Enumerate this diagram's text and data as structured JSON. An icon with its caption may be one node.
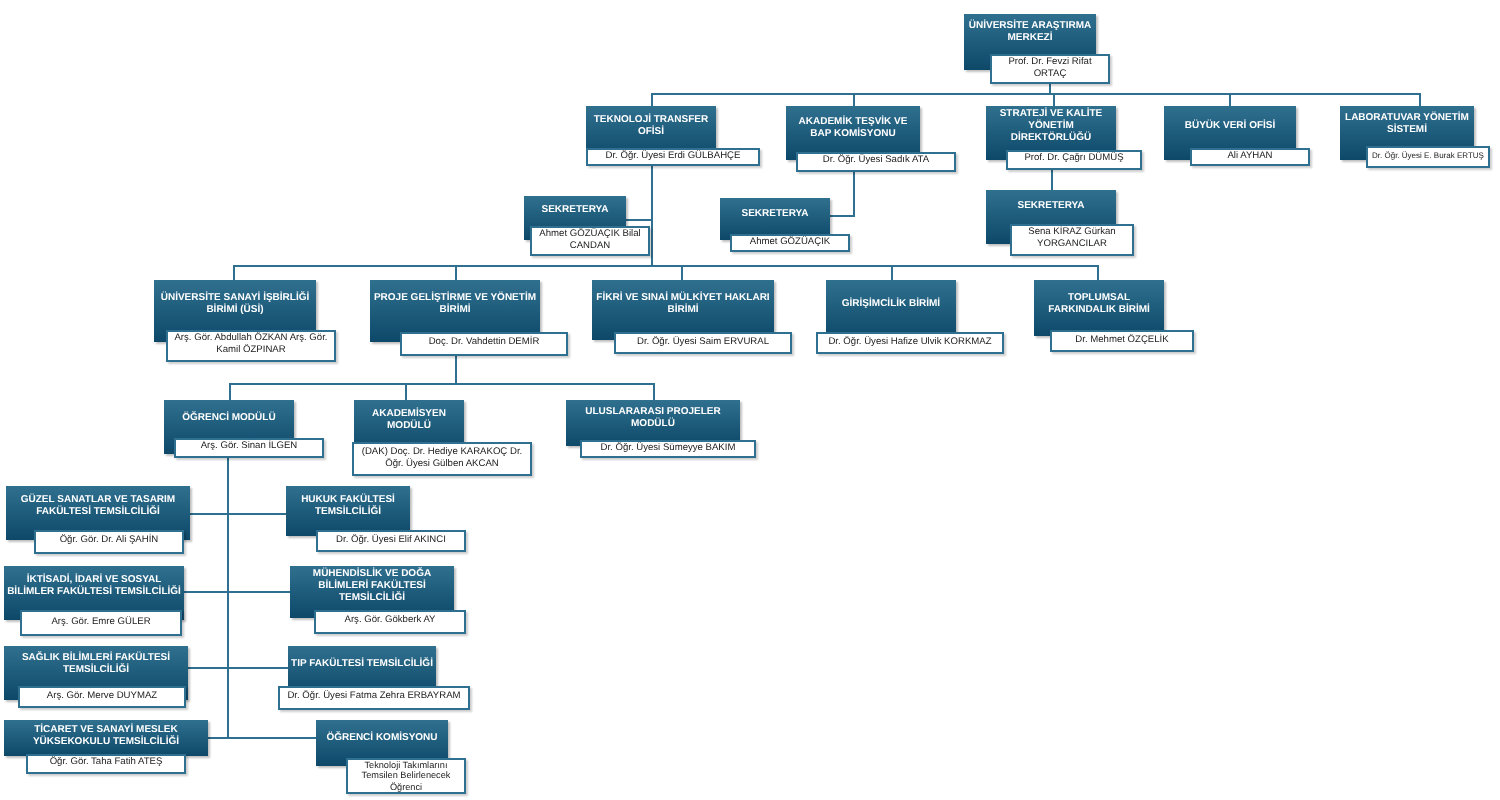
{
  "diagram": {
    "nodes": [
      {
        "text": [
          "ÜNİVERSİTE ARAŞTIRMA MERKEZİ",
          "Prof. Dr. Fevzi Rifat ORTAÇ"
        ]
      },
      {
        "text": [
          "TEKNOLOJİ TRANSFER OFİSİ",
          "Dr. Öğr. Üyesi Erdi GÜLBAHÇE"
        ]
      },
      {
        "text": [
          "AKADEMİK TEŞVİK VE BAP KOMİSYONU",
          "Dr. Öğr. Üyesi Sadık ATA"
        ]
      },
      {
        "text": [
          "STRATEJİ VE KALİTE YÖNETİM DİREKTÖRLÜĞÜ",
          "Prof. Dr. Çağrı DÜMÜŞ"
        ]
      },
      {
        "text": [
          "BÜYÜK VERİ OFİSİ",
          "Ali AYHAN"
        ]
      },
      {
        "text": [
          "LABORATUVAR YÖNETİM SİSTEMİ",
          "Dr. Öğr. Üyesi E. Burak ERTUŞ"
        ]
      },
      {
        "text": [
          "SEKRETERYA",
          "Ahmet GÖZÜAÇIK Bilal CANDAN"
        ]
      },
      {
        "text": [
          "SEKRETERYA",
          "Ahmet GÖZÜAÇIK"
        ]
      },
      {
        "text": [
          "SEKRETERYA",
          "Sena KİRAZ Gürkan YORGANCILAR"
        ]
      },
      {
        "text": [
          "ÜNİVERSİTE SANAYİ İŞBİRLİĞİ BİRİMİ (ÜSİ)",
          "Arş. Gör. Abdullah ÖZKAN Arş. Gör. Kamil ÖZPINAR"
        ]
      },
      {
        "text": [
          "PROJE GELİŞTİRME VE YÖNETİM BİRİMİ",
          "Doç. Dr. Vahdettin DEMİR"
        ]
      },
      {
        "text": [
          "FİKRİ VE SINAİ MÜLKİYET HAKLARI BİRİMİ",
          "Dr. Öğr. Üyesi Saim ERVURAL"
        ]
      },
      {
        "text": [
          "GİRİŞİMCİLİK BİRİMİ",
          "Dr. Öğr. Üyesi Hafize Ulvik KORKMAZ"
        ]
      },
      {
        "text": [
          "TOPLUMSAL FARKINDALIK BİRİMİ",
          "Dr. Mehmet ÖZÇELİK"
        ]
      },
      {
        "text": [
          "ÖĞRENCİ MODÜLÜ",
          "Arş. Gör. Sinan İLGEN"
        ]
      },
      {
        "text": [
          "AKADEMİSYEN MODÜLÜ",
          "(DAK) Doç. Dr. Hediye KARAKOÇ Dr. Öğr. Üyesi Gülben AKCAN"
        ]
      },
      {
        "text": [
          "ULUSLARARASI PROJELER MODÜLÜ",
          "Dr. Öğr. Üyesi Sümeyye BAKIM"
        ]
      },
      {
        "text": [
          "GÜZEL SANATLAR VE TASARIM FAKÜLTESİ TEMSİLCİLİĞİ",
          "Öğr. Gör. Dr. Ali ŞAHİN"
        ]
      },
      {
        "text": [
          "İKTİSADİ, İDARİ VE SOSYAL BİLİMLER FAKÜLTESİ TEMSİLCİLİĞİ",
          "Arş. Gör. Emre GÜLER"
        ]
      },
      {
        "text": [
          "SAĞLIK BİLİMLERİ FAKÜLTESİ TEMSİLCİLİĞİ",
          "Arş. Gör. Merve DUYMAZ"
        ]
      },
      {
        "text": [
          "TİCARET VE SANAYİ MESLEK YÜKSEKOKULU TEMSİLCİLİĞİ",
          "Öğr. Gör. Taha Fatih ATEŞ"
        ]
      },
      {
        "text": [
          "HUKUK FAKÜLTESİ TEMSİLCİLİĞİ",
          "Dr. Öğr. Üyesi Elif AKINCI"
        ]
      },
      {
        "text": [
          "MÜHENDİSLİK VE DOĞA BİLİMLERİ FAKÜLTESİ TEMSİLCİLİĞİ",
          "Arş. Gör. Gökberk AY"
        ]
      },
      {
        "text": [
          "TIP FAKÜLTESİ TEMSİLCİLİĞİ",
          "Dr. Öğr. Üyesi Fatma Zehra ERBAYRAM"
        ]
      },
      {
        "text": [
          "ÖĞRENCİ KOMİSYONU",
          "Teknoloji Takımlarını Temsilen Belirlenecek Öğrenci"
        ]
      }
    ],
    "edges": [
      {
        "from": 0,
        "to": 1,
        "arrow": "none"
      },
      {
        "from": 0,
        "to": 2,
        "arrow": "none"
      },
      {
        "from": 0,
        "to": 3,
        "arrow": "none"
      },
      {
        "from": 0,
        "to": 4,
        "arrow": "none"
      },
      {
        "from": 0,
        "to": 5,
        "arrow": "none"
      },
      {
        "from": 1,
        "to": 6,
        "arrow": "none"
      },
      {
        "from": 2,
        "to": 7,
        "arrow": "none"
      },
      {
        "from": 3,
        "to": 8,
        "arrow": "none"
      },
      {
        "from": 1,
        "to": 9,
        "arrow": "none"
      },
      {
        "from": 1,
        "to": 10,
        "arrow": "none"
      },
      {
        "from": 1,
        "to": 11,
        "arrow": "none"
      },
      {
        "from": 1,
        "to": 12,
        "arrow": "none"
      },
      {
        "from": 1,
        "to": 13,
        "arrow": "none"
      },
      {
        "from": 10,
        "to": 14,
        "arrow": "none"
      },
      {
        "from": 10,
        "to": 15,
        "arrow": "none"
      },
      {
        "from": 10,
        "to": 16,
        "arrow": "none"
      },
      {
        "from": 14,
        "to": 17,
        "arrow": "none"
      },
      {
        "from": 14,
        "to": 18,
        "arrow": "none"
      },
      {
        "from": 14,
        "to": 19,
        "arrow": "none"
      },
      {
        "from": 14,
        "to": 20,
        "arrow": "none"
      },
      {
        "from": 14,
        "to": 21,
        "arrow": "none"
      },
      {
        "from": 14,
        "to": 22,
        "arrow": "none"
      },
      {
        "from": 14,
        "to": 23,
        "arrow": "none"
      },
      {
        "from": 14,
        "to": 24,
        "arrow": "none"
      }
    ]
  }
}
